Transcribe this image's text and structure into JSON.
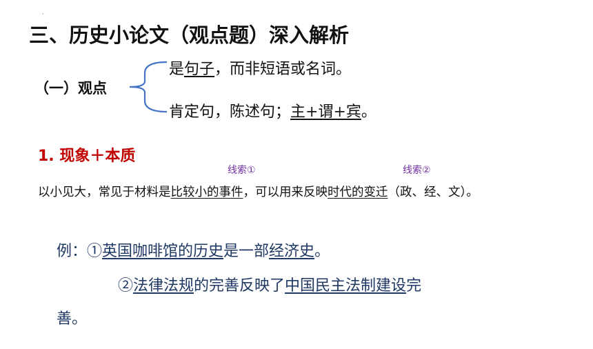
{
  "slide": {
    "title": "三、历史小论文（观点题）深入解析",
    "corner_mark": "·"
  },
  "viewpoint": {
    "label": "（一）观点",
    "item1": {
      "pre": "是",
      "underlined": "句子",
      "post": "，而非短语或名词。"
    },
    "item2": {
      "pre": "肯定句，陈述句；",
      "underlined": "主+谓+宾",
      "post": "。"
    }
  },
  "section1": {
    "heading": "1. 现象＋本质",
    "clue1": "线索①",
    "clue2": "线索②",
    "description": {
      "p1": "以小见大，常见于材料是",
      "u1": "比较小的事件",
      "p2": "，可以用来反映",
      "u2": "时代的变迁",
      "p3": "（政、经、文）。"
    }
  },
  "examples": {
    "ex1": {
      "p1": "例：①",
      "u1": "英国咖啡馆的历史",
      "p2": "是一部",
      "u2": "经济史",
      "p3": "。"
    },
    "ex2": {
      "p1": "②",
      "u1": "法律法规",
      "p2": "的完善反映了",
      "u2": "中国民主法制建设",
      "p3": "完"
    },
    "ex3": {
      "p1": "善。"
    }
  },
  "colors": {
    "heading_red": "#c00000",
    "clue_purple": "#7030a0",
    "example_blue": "#1f3864",
    "bracket_blue": "#4472c4"
  }
}
